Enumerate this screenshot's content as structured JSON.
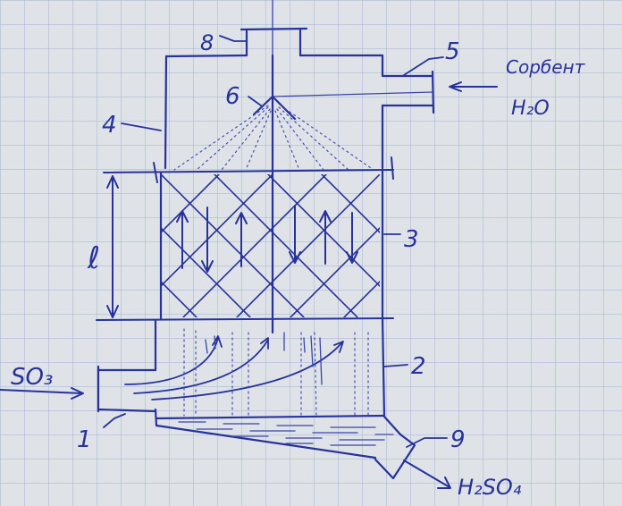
{
  "diagram": {
    "inputs": {
      "top_inflow": "Сорбент",
      "water": "H₂O",
      "gas_inlet": "SO₃"
    },
    "outputs": {
      "acid_outlet": "H₂SO₄"
    },
    "part_numbers": {
      "gas_inlet_pipe": "1",
      "lower_shell": "2",
      "packing_section": "3",
      "upper_shell": "4",
      "liquid_inlet_pipe": "5",
      "spray_nozzle": "6",
      "top_outlet": "8",
      "acid_outlet_pipe": "9"
    },
    "dimension": {
      "packing_height": "ℓ"
    }
  },
  "colors": {
    "paper": "#dfe2e6",
    "grid": "#9db4d2",
    "ink": "#27329a"
  }
}
